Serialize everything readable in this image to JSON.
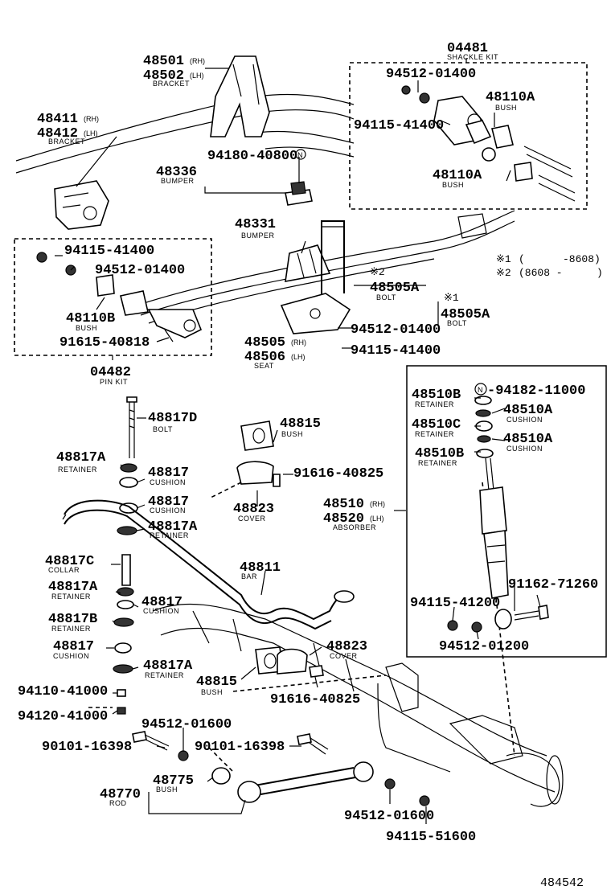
{
  "figure_id": "484542",
  "parts": {
    "p48501": {
      "num": "48501",
      "side": "(RH)"
    },
    "p48502": {
      "num": "48502",
      "side": "(LH)",
      "name": "BRACKET"
    },
    "p48411": {
      "num": "48411",
      "side": "(RH)"
    },
    "p48412": {
      "num": "48412",
      "side": "(LH)",
      "name": "BRACKET"
    },
    "p48336": {
      "num": "48336",
      "name": "BUMPER"
    },
    "p94180": {
      "num": "94180-40800",
      "marker": "N"
    },
    "p04481": {
      "num": "04481",
      "name": "SHACKLE KIT"
    },
    "p94512a": {
      "num": "94512-01400"
    },
    "p94115a": {
      "num": "94115-41400"
    },
    "p48110a1": {
      "num": "48110A",
      "name": "BUSH"
    },
    "p48110a2": {
      "num": "48110A",
      "name": "BUSH"
    },
    "p48331": {
      "num": "48331",
      "name": "BUMPER"
    },
    "p94115b": {
      "num": "94115-41400"
    },
    "p94512b": {
      "num": "94512-01400"
    },
    "p48110b": {
      "num": "48110B",
      "name": "BUSH"
    },
    "p91615": {
      "num": "91615-40818"
    },
    "p04482": {
      "num": "04482",
      "name": "PIN KIT"
    },
    "p48505a1": {
      "mark": "※2",
      "num": "48505A",
      "name": "BOLT"
    },
    "p48505a2": {
      "mark": "※1",
      "num": "48505A",
      "name": "BOLT"
    },
    "p48505": {
      "num": "48505",
      "side": "(RH)"
    },
    "p48506": {
      "num": "48506",
      "side": "(LH)",
      "name": "SEAT"
    },
    "p94512c": {
      "num": "94512-01400"
    },
    "p94115c": {
      "num": "94115-41400"
    },
    "p48817d": {
      "num": "48817D",
      "name": "BOLT"
    },
    "p48815a": {
      "num": "48815",
      "name": "BUSH"
    },
    "p48817a1": {
      "num": "48817A",
      "name": "RETAINER"
    },
    "p48817_1": {
      "num": "48817",
      "name": "CUSHION"
    },
    "p91616a": {
      "num": "91616-40825"
    },
    "p48817_2": {
      "num": "48817",
      "name": "CUSHION"
    },
    "p48823a": {
      "num": "48823",
      "name": "COVER"
    },
    "p48817a2": {
      "num": "48817A",
      "name": "RETAINER"
    },
    "p48817c": {
      "num": "48817C",
      "name": "COLLAR"
    },
    "p48811": {
      "num": "48811",
      "name": "BAR"
    },
    "p48817a3": {
      "num": "48817A",
      "name": "RETAINER"
    },
    "p48817_3": {
      "num": "48817",
      "name": "CUSHION"
    },
    "p48817b": {
      "num": "48817B",
      "name": "RETAINER"
    },
    "p48823b": {
      "num": "48823",
      "name": "COVER"
    },
    "p48817_4": {
      "num": "48817",
      "name": "CUSHION"
    },
    "p48817a4": {
      "num": "48817A",
      "name": "RETAINER"
    },
    "p48815b": {
      "num": "48815",
      "name": "BUSH"
    },
    "p94110": {
      "num": "94110-41000"
    },
    "p91616b": {
      "num": "91616-40825"
    },
    "p94120": {
      "num": "94120-41000"
    },
    "p94512d": {
      "num": "94512-01600"
    },
    "p90101a": {
      "num": "90101-16398"
    },
    "p90101b": {
      "num": "90101-16398"
    },
    "p48775": {
      "num": "48775",
      "name": "BUSH"
    },
    "p48770": {
      "num": "48770",
      "name": "ROD"
    },
    "p94512e": {
      "num": "94512-01600"
    },
    "p94115d": {
      "num": "94115-51600"
    },
    "p48510b1": {
      "num": "48510B",
      "name": "RETAINER"
    },
    "p94182": {
      "marker": "N",
      "num": "-94182-11000"
    },
    "p48510a1": {
      "num": "48510A",
      "name": "CUSHION"
    },
    "p48510c": {
      "num": "48510C",
      "name": "RETAINER"
    },
    "p48510a2": {
      "num": "48510A",
      "name": "CUSHION"
    },
    "p48510b2": {
      "num": "48510B",
      "name": "RETAINER"
    },
    "p48510": {
      "num": "48510",
      "side": "(RH)"
    },
    "p48520": {
      "num": "48520",
      "side": "(LH)",
      "name": "ABSORBER"
    },
    "p91162": {
      "num": "91162-71260"
    },
    "p94115e": {
      "num": "94115-41200"
    },
    "p94512f": {
      "num": "94512-01200"
    }
  },
  "notes": {
    "n1": {
      "mark": "※1",
      "open": "(",
      "range": "-8608)"
    },
    "n2": {
      "mark": "※2",
      "range": "(8608 -",
      "close": ")"
    }
  }
}
